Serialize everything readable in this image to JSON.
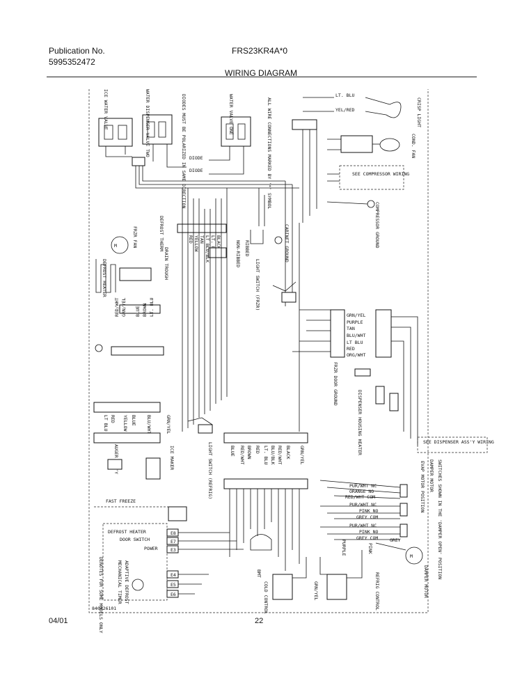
{
  "header": {
    "publication_label": "Publication No.",
    "publication_number": "5995352472",
    "model": "FRS23KR4A*0",
    "title": "WIRING DIAGRAM"
  },
  "footer": {
    "date": "04/01",
    "page": "22",
    "drawing_code": "840426101"
  },
  "components": {
    "ice_water_valve": "ICE WATER VALVE",
    "water_dispenser_valve": "WATER DISPENSER VALVE TWO",
    "diodes_note": "DIODES MUST BE POLARIZED IN SAME DIRECTION",
    "water_valve_one": "WATER VALVE ONE",
    "wire_note": "ALL WIRE CONNECTIONS MARKED BY '*' SYMBOL",
    "diode_1": "DIODE",
    "diode_2": "DIODE",
    "crisp_light": "CRISP LIGHT",
    "cond_fan": "COND. FAN",
    "see_compressor_wiring": "SEE COMPRESSOR WIRING",
    "compressor_ground": "COMPRESSOR GROUND",
    "cabinet_ground": "CABINET GROUND",
    "frzr_fan": "FRZR FAN",
    "defrost_therm": "DEFROST THERM",
    "defrost_heater": "DEFROST HEATER",
    "drain_trough": "DRAIN TROUGH",
    "ribbed": "RIBBED",
    "non_ribbed": "NON-RIBBED",
    "light_switch_frzr": "LIGHT SWITCH (FRZR)",
    "frzr_door_ground": "FRZR DOOR GROUND",
    "dispenser_housing_heater": "DISPENSER HOUSING HEATER",
    "see_dispenser_wiring": "SEE DISPENSER ASS'Y WIRING",
    "light_switch_refrig": "LIGHT SWITCH (REFRIG)",
    "auger_assy": "AUGER ASS'Y",
    "ice_maker": "ICE MAKER",
    "fast_freeze": "FAST FREEZE",
    "defrost_heater_label": "DEFROST HEATER",
    "door_switch": "DOOR SWITCH",
    "power": "POWER",
    "adaptive_defrost": "ADAPTIVE DEFROST",
    "mechanical_timer": "MECHANICAL TIMER",
    "some_models_note": "DENOTES FOR SOME MODELS ONLY",
    "cold_control": "COLD CONTROL",
    "refrig_control": "REFRIG CONTROL",
    "bmt": "BMT",
    "grn_yel": "GRN/YEL",
    "purple": "PURPLE",
    "pink": "PINK",
    "grey": "GREY",
    "damper_motor": "DAMPER MOTOR",
    "evap_motor_position": "EVAP MOTOR POSITION",
    "switches_note": "SWITCHES SHOWN IN THE 'DAMPER OPEN' POSITION"
  },
  "wire_colors": {
    "top_right": [
      "LT. BLU",
      "YEL/RED"
    ],
    "freezer_harness": [
      "BLACK",
      "LT. BLU",
      "LT BLU/BLK",
      "TAN",
      "YELLOW",
      "RED"
    ],
    "defrost_harness": [
      "BROWN",
      "BLUE",
      "GRN/YEL",
      "RED/WHT",
      "LT. BLU"
    ],
    "dispenser_harness": [
      "GRN/YEL",
      "PURPLE",
      "TAN",
      "BLU/WHT",
      "LT BLU",
      "RED",
      "ORG/WHT"
    ],
    "left_harness": [
      "RED",
      "YELLOW",
      "BLUE",
      "LT BLU",
      "BLU/WHT",
      "GRN/YEL"
    ],
    "main_harness": [
      "BLUE",
      "RED/WHT",
      "BROWN",
      "RED",
      "LT. BLU",
      "BLU/BLK",
      "RED/WHT",
      "BLACK",
      "GRN/YEL"
    ],
    "damper_switch_1": [
      "PUR/WHT NC",
      "ORANGE NO",
      "RED/WHT COM"
    ],
    "damper_switch_2": [
      "PUR/WHT NC",
      "PINK NO",
      "GREY COM"
    ],
    "damper_switch_3": [
      "PUR/WHT NC",
      "PINK NO",
      "GREY COM"
    ]
  },
  "connectors": [
    "E4",
    "E5",
    "E6",
    "E7",
    "E8",
    "E3"
  ]
}
